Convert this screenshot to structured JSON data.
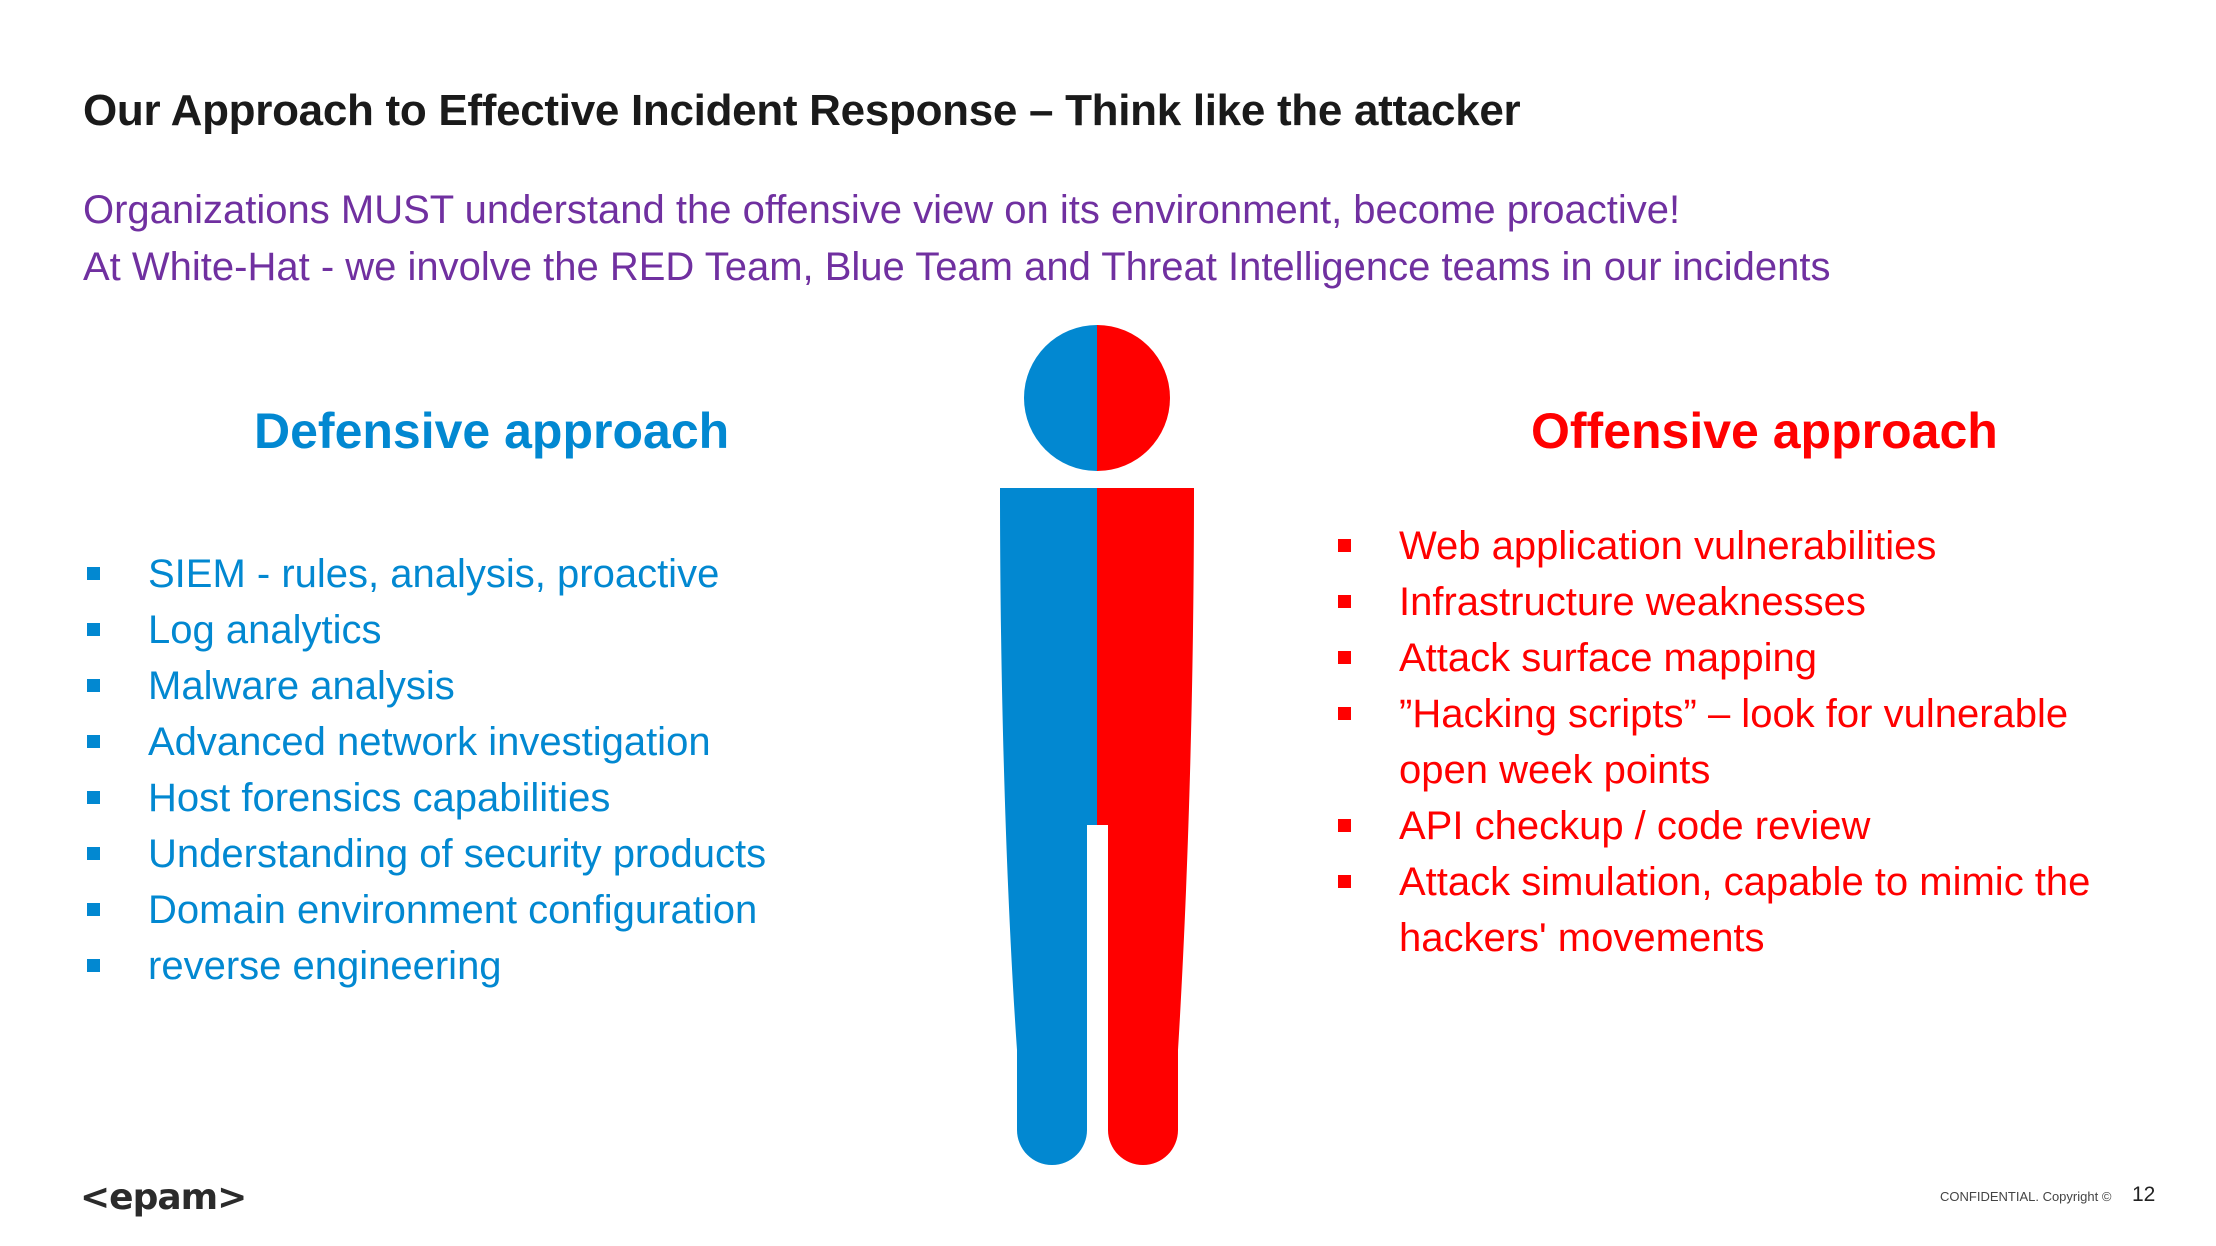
{
  "slide": {
    "title": "Our Approach to Effective Incident Response – Think like the attacker",
    "subtitle_lines": [
      "Organizations MUST understand the offensive view on its environment, become proactive!",
      "At White-Hat - we involve the RED Team, Blue Team and Threat Intelligence teams in our incidents"
    ]
  },
  "defensive": {
    "heading": "Defensive approach",
    "items": [
      "SIEM - rules, analysis, proactive",
      "Log analytics",
      "Malware analysis",
      "Advanced network investigation",
      "Host forensics capabilities",
      "Understanding of security products",
      "Domain environment configuration",
      "reverse engineering"
    ]
  },
  "offensive": {
    "heading": "Offensive approach",
    "items": [
      "Web application vulnerabilities",
      "Infrastructure weaknesses",
      "Attack surface mapping",
      "”Hacking scripts” – look for vulnerable open week points",
      "API checkup / code review",
      "Attack simulation, capable to mimic the hackers' movements"
    ]
  },
  "figure": {
    "icon": "person-figure-icon",
    "left_color": "#0288D1",
    "right_color": "#FF0000"
  },
  "footer": {
    "logo": "<epam>",
    "confidential": "CONFIDENTIAL. Copyright ©",
    "page_number": "12"
  },
  "colors": {
    "title": "#1A1A1A",
    "subtitle": "#7030A0",
    "defensive": "#0288D1",
    "offensive": "#FF0000",
    "logo": "#2B2B2B"
  }
}
